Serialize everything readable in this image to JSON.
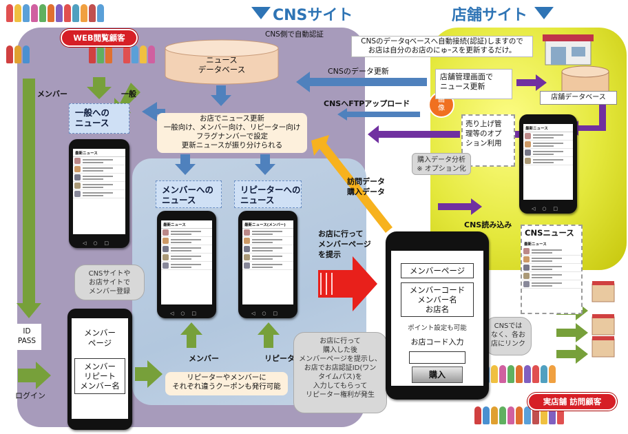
{
  "headings": {
    "cns_site": "CNSサイト",
    "shop_site": "店舗サイト"
  },
  "badges": {
    "web_visitors": "WEB閲覧顧客",
    "shop_visitors": "実店舗 訪問顧客"
  },
  "top_labels": {
    "auto_auth": "CNS側で自動認証",
    "member": "メンバー",
    "general": "一般",
    "auto_connect_note": "CNSのデータqベースへ自動接続(認証)しますので\nお店は自分のお店のにゅｰスを更新するだけ。"
  },
  "database": {
    "news_db": "ニュース\nデータベース",
    "shop_db": "店舗データベース"
  },
  "flow_labels": {
    "cns_data_update": "CNSのデータ更新",
    "cns_ftp_upload": "CNSへFTPアップロード",
    "visit_purchase_data": "訪問データ\n購入データ",
    "go_to_shop": "お店に行って\nメンバーページ\nを提示",
    "cns_load": "CNS読み込み",
    "cns_news": "CNSニュース",
    "member_bottom": "メンバー",
    "repeater_bottom": "リピーター",
    "id_pass": "ID\nPASS",
    "login": "ログイン"
  },
  "boxes": {
    "general_news": "一般への\nニュース",
    "member_news": "メンバーへの\nニュース",
    "repeater_news": "リピーターへの\nニュース",
    "shop_news_update": "お店でニュース更新\n一般向け、メンバー向け、リピーター向け\nフラグナンバーで設定\n更新ニュースが振り分けられる",
    "coupon_note": "リピーターやメンバーに\nそれぞれ違うクーポンも発行可能",
    "shop_admin_update": "店舗管理画面で\nニュース更新",
    "sales_management": "売り上げ管\n理等のオプ\nション利用",
    "purchase_analysis": "購入データ分析\n※ オプション化",
    "image_circle": "画\n像"
  },
  "bubbles": {
    "member_register": "CNSサイトや\nお店サイトで\nメンバー登録",
    "repeater_right": "お店に行って\n購入した後\nメンバーページを提示し、\nお店でお店認証ID(ワン\nタイムパス)を\n入力してもらって\nリピーター権利が発生",
    "link_note": "CNSでは\nなく、各お\n店にリンク"
  },
  "member_page": {
    "title": "メンバー\nページ",
    "info": "メンバー\nリピート\nメンバー名"
  },
  "checkout_phone": {
    "member_page": "メンバーページ",
    "details": "メンバーコード\nメンバー名\nお店名",
    "points": "ポイント設定も可能",
    "shop_code": "お店コード入力",
    "buy_button": "購入"
  },
  "screens": {
    "latest_news": "最新ニュース",
    "latest_news_member": "最新ニュース(メンバー)"
  },
  "colors": {
    "cns_region": "#a79bbb",
    "shop_region": "#e4e83c",
    "arrow_green": "#77a03a",
    "arrow_blue": "#4f81bd",
    "arrow_purple": "#7030a0",
    "arrow_red": "#e8201b",
    "arrow_orange": "#f7b21e",
    "accent_blue": "#2e74b5"
  }
}
